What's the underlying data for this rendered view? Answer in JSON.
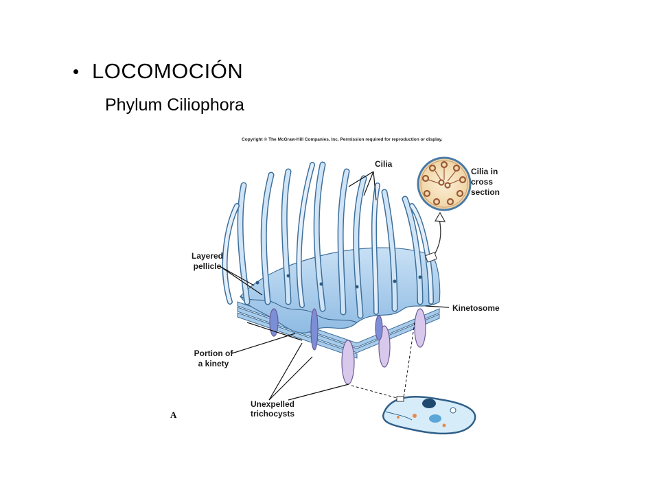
{
  "slide": {
    "bullet_glyph": "•",
    "title": "LOCOMOCIÓN",
    "subtitle": "Phylum Ciliophora"
  },
  "figure": {
    "copyright": "Copyright © The McGraw-Hill Companies, Inc. Permission required for reproduction or display.",
    "labels": {
      "cilia": "Cilia",
      "cilia_cross_section": "Cilia in cross section",
      "layered_pellicle": "Layered pellicle",
      "kinetosome": "Kinetosome",
      "portion_of_kinety": "Portion of a kinety",
      "unexpelled_trichocysts": "Unexpelled trichocysts"
    },
    "panel_letter": "A",
    "colors": {
      "cilia": "#9cc3e6",
      "cilia_outline": "#3e6f99",
      "pellicle": "#b3d4f0",
      "trichocyst": "#d8c8ec",
      "cross_section_fill": "#f3dfb8",
      "cross_section_ring": "#9a5a36",
      "arrow_fill": "#ffffff"
    }
  }
}
